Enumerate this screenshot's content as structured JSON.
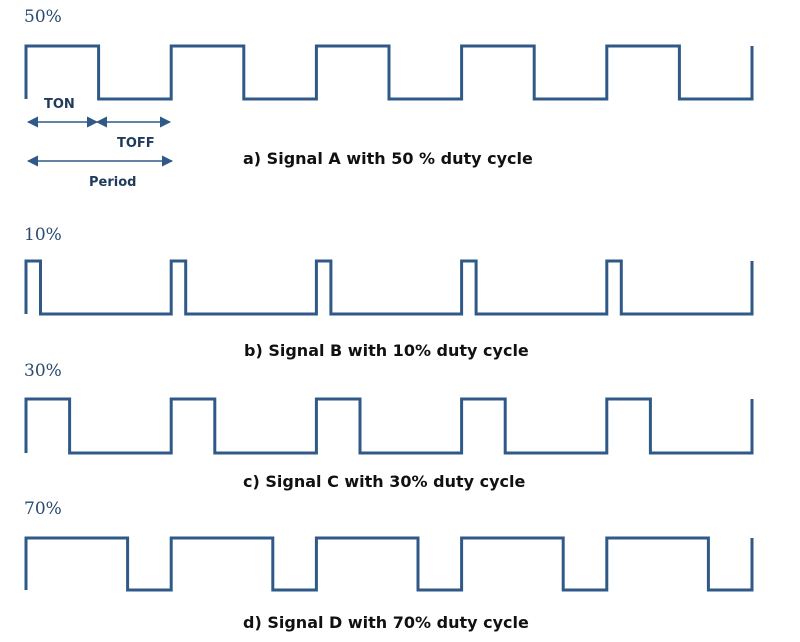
{
  "colors": {
    "wave": "#2f5a88",
    "arrow": "#2f5a88",
    "text": "#1f3a5a"
  },
  "signals": [
    {
      "id": "a",
      "percent_label": "50%",
      "duty": 0.5,
      "caption": "a) Signal A with 50 % duty cycle"
    },
    {
      "id": "b",
      "percent_label": "10%",
      "duty": 0.1,
      "caption": "b) Signal B with 10% duty cycle"
    },
    {
      "id": "c",
      "percent_label": "30%",
      "duty": 0.3,
      "caption": "c) Signal C with 30% duty cycle"
    },
    {
      "id": "d",
      "percent_label": "70%",
      "duty": 0.7,
      "caption": "d) Signal D with 70% duty cycle"
    }
  ],
  "cycles": 5,
  "annotations": {
    "ton": "TON",
    "toff": "TOFF",
    "period": "Period"
  }
}
